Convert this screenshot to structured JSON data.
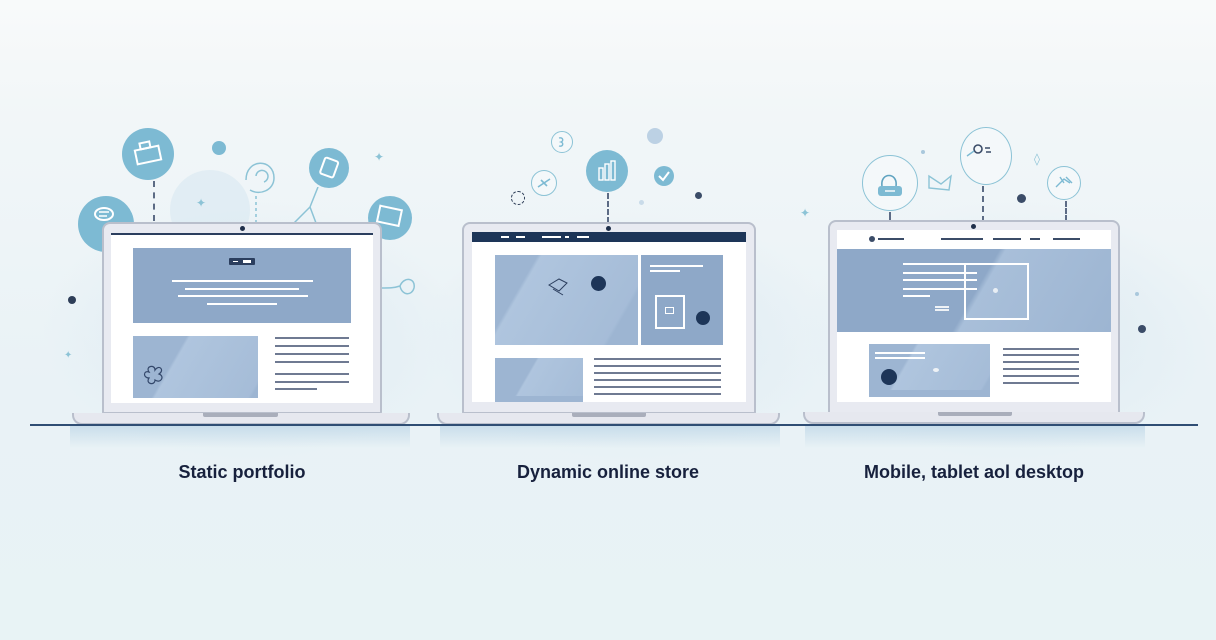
{
  "scene": {
    "background": "#f1f6f8",
    "baseline_color": "#2f4e74",
    "accent_color": "#7dbad3",
    "panel_color": "#8ea8c8",
    "navy": "#1f2f4a"
  },
  "laptops": [
    {
      "id": "static-portfolio",
      "label": "Static portfolio",
      "icons": [
        "briefcase-icon",
        "chat-bubble-icon",
        "spiral-icon",
        "image-gallery-icon",
        "browser-window-icon",
        "link-icon"
      ]
    },
    {
      "id": "dynamic-online-store",
      "label": "Dynamic online store",
      "icons": [
        "bar-chart-icon",
        "checkmark-icon",
        "smiley-icon",
        "airplane-icon",
        "loading-ring-icon",
        "user-avatar-icon"
      ]
    },
    {
      "id": "responsive-design",
      "label": "Mobile, tablet aol desktop",
      "icons": [
        "user-profile-icon",
        "thought-bubble-icon",
        "envelope-icon",
        "handshake-icon",
        "chat-leaf-icon"
      ]
    }
  ]
}
